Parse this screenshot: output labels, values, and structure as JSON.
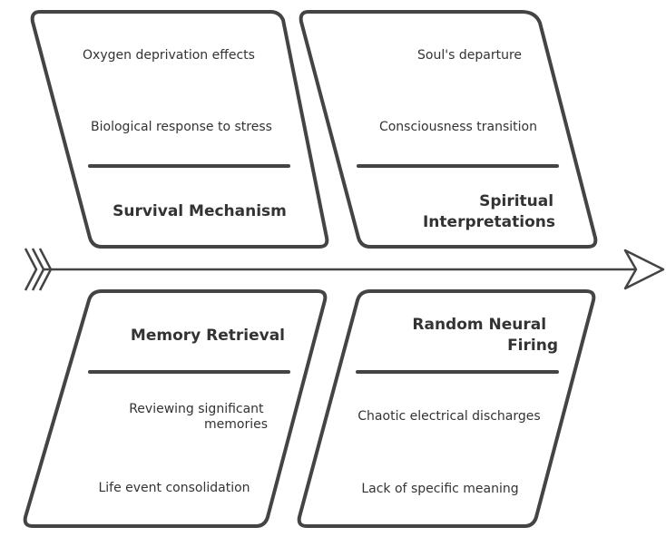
{
  "diagram": {
    "type": "fishbone",
    "colors": {
      "stroke": "#444444",
      "text": "#333333",
      "background": "#ffffff"
    },
    "categories": [
      {
        "id": "survival",
        "title_lines": [
          "Survival Mechanism"
        ],
        "causes": [
          {
            "lines": [
              "Oxygen deprivation effects"
            ]
          },
          {
            "lines": [
              "Biological response to stress"
            ]
          }
        ]
      },
      {
        "id": "spiritual",
        "title_lines": [
          "Spiritual",
          "Interpretations"
        ],
        "causes": [
          {
            "lines": [
              "Soul's departure"
            ]
          },
          {
            "lines": [
              "Consciousness transition"
            ]
          }
        ]
      },
      {
        "id": "memory",
        "title_lines": [
          "Memory Retrieval"
        ],
        "causes": [
          {
            "lines": [
              "Reviewing significant",
              "memories"
            ]
          },
          {
            "lines": [
              "Life event consolidation"
            ]
          }
        ]
      },
      {
        "id": "neural",
        "title_lines": [
          "Random Neural",
          "Firing"
        ],
        "causes": [
          {
            "lines": [
              "Chaotic electrical discharges"
            ]
          },
          {
            "lines": [
              "Lack of specific meaning"
            ]
          }
        ]
      }
    ]
  }
}
